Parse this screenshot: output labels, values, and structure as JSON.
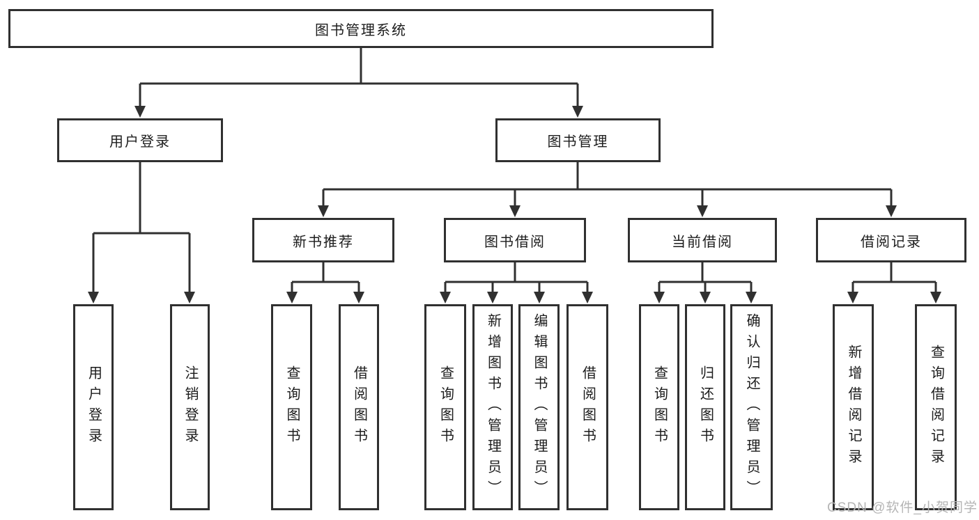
{
  "diagram": {
    "root": {
      "label": "图书管理系统"
    },
    "branches": [
      {
        "label": "用户登录",
        "children": [
          {
            "label": "用户登录"
          },
          {
            "label": "注销登录"
          }
        ]
      },
      {
        "label": "图书管理",
        "children": [
          {
            "label": "新书推荐",
            "children": [
              {
                "label": "查询图书"
              },
              {
                "label": "借阅图书"
              }
            ]
          },
          {
            "label": "图书借阅",
            "children": [
              {
                "label": "查询图书"
              },
              {
                "label": "新增图书（管理员）"
              },
              {
                "label": "编辑图书（管理员）"
              },
              {
                "label": "借阅图书"
              }
            ]
          },
          {
            "label": "当前借阅",
            "children": [
              {
                "label": "查询图书"
              },
              {
                "label": "归还图书"
              },
              {
                "label": "确认归还（管理员）"
              }
            ]
          },
          {
            "label": "借阅记录",
            "children": [
              {
                "label": "新增借阅记录"
              },
              {
                "label": "查询借阅记录"
              }
            ]
          }
        ]
      }
    ]
  },
  "watermark": "CSDN @软件_小贺同学",
  "colors": {
    "line": "#303030",
    "text": "#1c1c1c",
    "background": "#ffffff",
    "watermark": "#b5b5b5"
  }
}
